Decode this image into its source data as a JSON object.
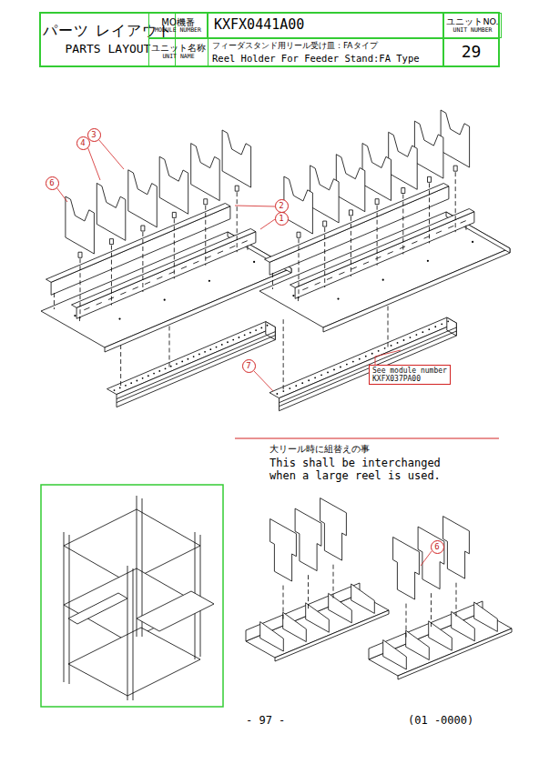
{
  "diagram": {
    "nodes": [
      {
        "text": [
          "パーツ レイアウト",
          "PARTS LAYOUT"
        ]
      },
      {
        "text": [
          "MO機番",
          "MODULE NUMBER"
        ]
      },
      {
        "text": [
          "KXFX0441A00"
        ]
      },
      {
        "text": [
          "ユニットNO.",
          "UNIT NUMBER"
        ]
      },
      {
        "text": [
          "29"
        ]
      },
      {
        "text": [
          "ユニット名称",
          "UNIT NAME"
        ]
      },
      {
        "text": [
          "フィーダスタンド用リール受け皿：FAタイプ",
          "Reel Holder For Feeder Stand:FA Type"
        ]
      },
      {
        "text": [
          "4"
        ]
      },
      {
        "text": [
          "3"
        ]
      },
      {
        "text": [
          "6"
        ]
      },
      {
        "text": [
          "2"
        ]
      },
      {
        "text": [
          "1"
        ]
      },
      {
        "text": [
          "7"
        ]
      },
      {
        "text": [
          "See module number",
          "KXFX037PA00"
        ]
      },
      {
        "text": [
          "6"
        ]
      }
    ],
    "labels": [
      "大リール時に組替えの事",
      "This shall be interchanged when a large reel is used.",
      "- 97 -",
      "(01 -0000)"
    ]
  }
}
